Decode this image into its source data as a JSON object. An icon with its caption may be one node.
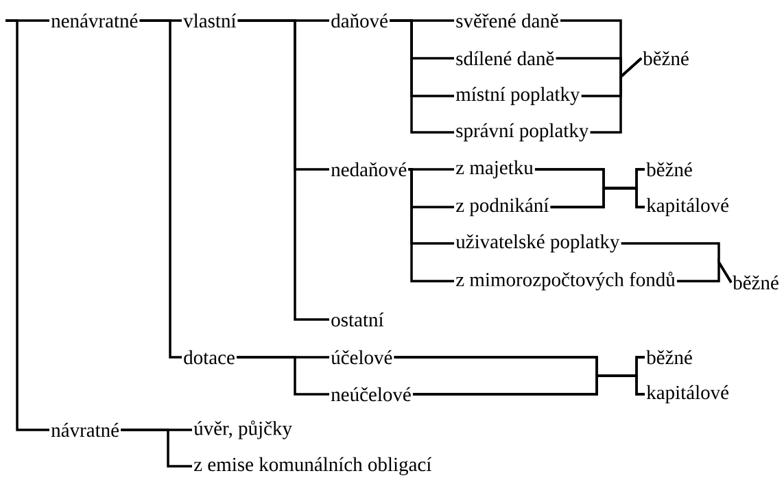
{
  "diagram": {
    "nodes": [
      {
        "text": [
          "nenávratné"
        ]
      },
      {
        "text": [
          "vlastní"
        ]
      },
      {
        "text": [
          "daňové"
        ]
      },
      {
        "text": [
          "svěřené daně"
        ]
      },
      {
        "text": [
          "sdílené daně"
        ]
      },
      {
        "text": [
          "místní poplatky"
        ]
      },
      {
        "text": [
          "správní poplatky"
        ]
      },
      {
        "text": [
          "běžné"
        ]
      },
      {
        "text": [
          "nedaňové"
        ]
      },
      {
        "text": [
          "z majetku"
        ]
      },
      {
        "text": [
          "z podnikání"
        ]
      },
      {
        "text": [
          "běžné"
        ]
      },
      {
        "text": [
          "kapitálové"
        ]
      },
      {
        "text": [
          "uživatelské poplatky"
        ]
      },
      {
        "text": [
          "z mimorozpočtových fondů"
        ]
      },
      {
        "text": [
          "běžné"
        ]
      },
      {
        "text": [
          "ostatní"
        ]
      },
      {
        "text": [
          "dotace"
        ]
      },
      {
        "text": [
          "účelové"
        ]
      },
      {
        "text": [
          "neúčelové"
        ]
      },
      {
        "text": [
          "běžné"
        ]
      },
      {
        "text": [
          "kapitálové"
        ]
      },
      {
        "text": [
          "návratné"
        ]
      },
      {
        "text": [
          "úvěr, půjčky"
        ]
      },
      {
        "text": [
          "z emise komunálních obligací"
        ]
      }
    ],
    "edges": [
      {
        "from": null,
        "to": 0,
        "arrow": "none"
      },
      {
        "from": null,
        "to": 22,
        "arrow": "none"
      },
      {
        "from": 0,
        "to": 1,
        "arrow": "none"
      },
      {
        "from": 0,
        "to": 17,
        "arrow": "none"
      },
      {
        "from": 1,
        "to": 2,
        "arrow": "none"
      },
      {
        "from": 1,
        "to": 8,
        "arrow": "none"
      },
      {
        "from": 1,
        "to": 16,
        "arrow": "none"
      },
      {
        "from": 2,
        "to": 3,
        "arrow": "none"
      },
      {
        "from": 2,
        "to": 4,
        "arrow": "none"
      },
      {
        "from": 2,
        "to": 5,
        "arrow": "none"
      },
      {
        "from": 2,
        "to": 6,
        "arrow": "none"
      },
      {
        "from": 3,
        "to": 7,
        "arrow": "none"
      },
      {
        "from": 4,
        "to": 7,
        "arrow": "none"
      },
      {
        "from": 5,
        "to": 7,
        "arrow": "none"
      },
      {
        "from": 6,
        "to": 7,
        "arrow": "none"
      },
      {
        "from": 8,
        "to": 9,
        "arrow": "none"
      },
      {
        "from": 8,
        "to": 10,
        "arrow": "none"
      },
      {
        "from": 8,
        "to": 13,
        "arrow": "none"
      },
      {
        "from": 8,
        "to": 14,
        "arrow": "none"
      },
      {
        "from": 9,
        "to": 11,
        "arrow": "none"
      },
      {
        "from": 9,
        "to": 12,
        "arrow": "none"
      },
      {
        "from": 10,
        "to": 11,
        "arrow": "none"
      },
      {
        "from": 10,
        "to": 12,
        "arrow": "none"
      },
      {
        "from": 13,
        "to": 15,
        "arrow": "none"
      },
      {
        "from": 14,
        "to": 15,
        "arrow": "none"
      },
      {
        "from": 17,
        "to": 18,
        "arrow": "none"
      },
      {
        "from": 17,
        "to": 19,
        "arrow": "none"
      },
      {
        "from": 18,
        "to": 20,
        "arrow": "none"
      },
      {
        "from": 18,
        "to": 21,
        "arrow": "none"
      },
      {
        "from": 19,
        "to": 20,
        "arrow": "none"
      },
      {
        "from": 19,
        "to": 21,
        "arrow": "none"
      },
      {
        "from": 22,
        "to": 23,
        "arrow": "none"
      },
      {
        "from": 22,
        "to": 24,
        "arrow": "none"
      }
    ]
  }
}
